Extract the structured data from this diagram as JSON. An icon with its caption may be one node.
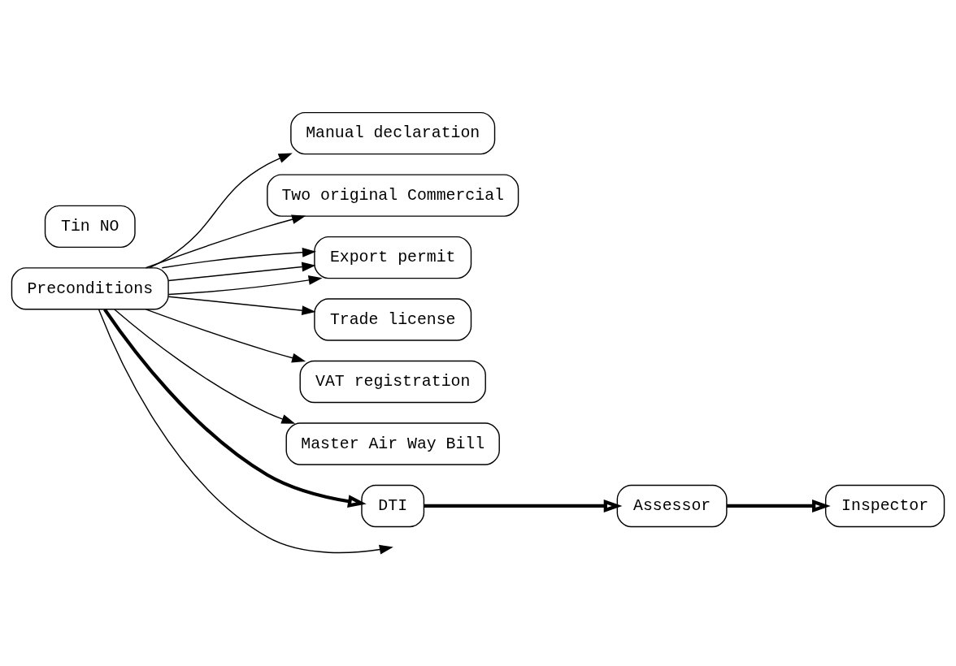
{
  "diagram": {
    "nodes": [
      {
        "text": [
          "Preconditions"
        ]
      },
      {
        "text": [
          "Manual declaration"
        ]
      },
      {
        "text": [
          "Two original Commercial"
        ]
      },
      {
        "text": [
          "Export permit"
        ]
      },
      {
        "text": [
          "Trade license"
        ]
      },
      {
        "text": [
          "VAT registration"
        ]
      },
      {
        "text": [
          "Tin NO"
        ]
      },
      {
        "text": [
          "Master Air Way Bill"
        ]
      },
      {
        "text": [
          "DTI"
        ]
      },
      {
        "text": [
          "Assessor"
        ]
      },
      {
        "text": [
          "Inspector"
        ]
      }
    ],
    "edges": [
      {
        "from": 0,
        "to": 3,
        "arrow": "to"
      },
      {
        "from": 0,
        "to": 4,
        "arrow": "to"
      },
      {
        "from": 0,
        "to": 5,
        "arrow": "to"
      },
      {
        "from": 0,
        "to": 7,
        "arrow": "to"
      },
      {
        "from": 0,
        "to": null,
        "arrow": "to"
      },
      {
        "from": 0,
        "to": 3,
        "arrow": "to"
      },
      {
        "from": 0,
        "to": 1,
        "arrow": "to"
      },
      {
        "from": 0,
        "to": 2,
        "arrow": "to"
      },
      {
        "from": 0,
        "to": 3,
        "arrow": "to"
      },
      {
        "from": 0,
        "to": 8,
        "arrow": "to",
        "style": "thick"
      },
      {
        "from": 8,
        "to": 9,
        "arrow": "to",
        "style": "thick"
      },
      {
        "from": 9,
        "to": 10,
        "arrow": "to",
        "style": "thick"
      }
    ]
  }
}
